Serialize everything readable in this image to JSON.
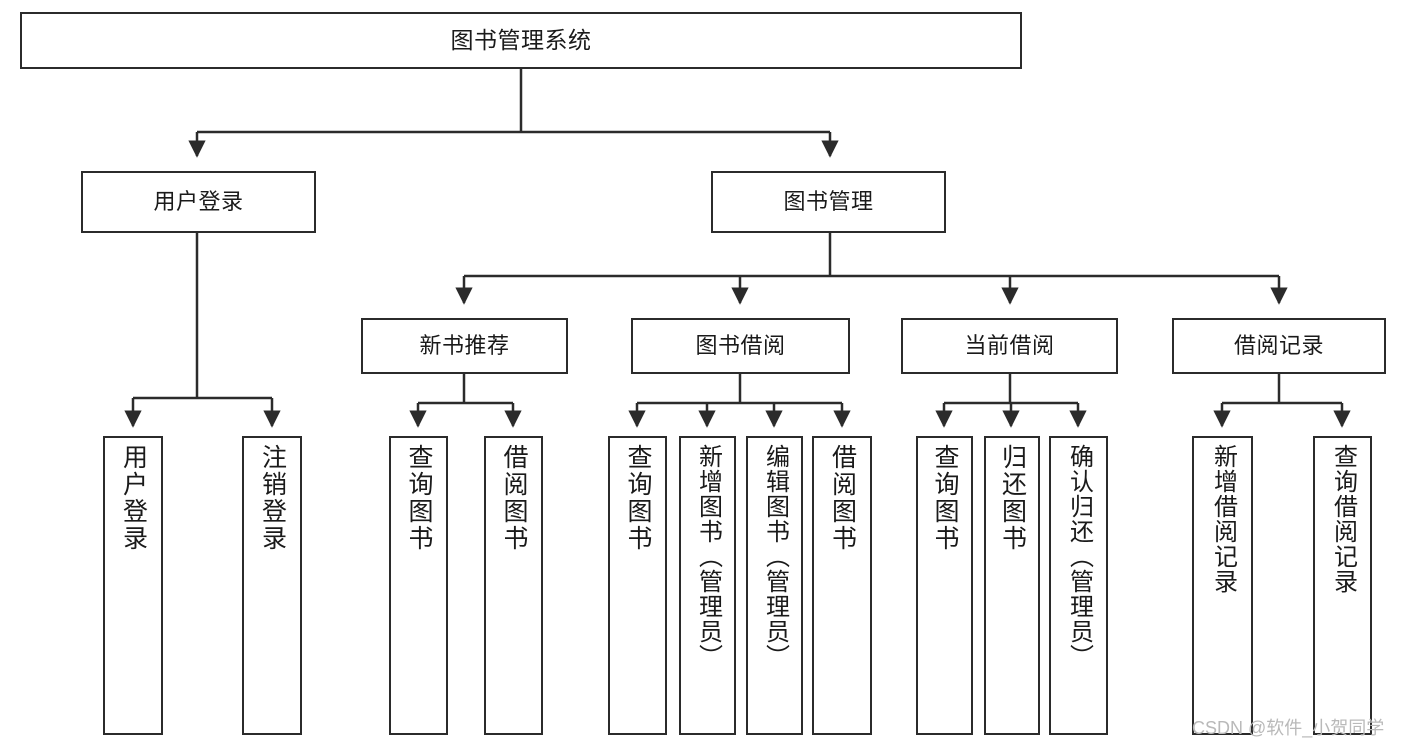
{
  "diagram": {
    "type": "tree-hierarchy-chart",
    "title": "图书管理系统",
    "orientation": "top-down",
    "colors": {
      "box_border": "#2b2b2b",
      "box_fill": "#ffffff",
      "edge": "#2b2b2b",
      "text": "#1a1a1a",
      "watermark": "#b9b9b9",
      "background": "#ffffff"
    }
  },
  "nodes": {
    "root": {
      "label": "图书管理系统"
    },
    "level1": [
      {
        "label": "用户登录"
      },
      {
        "label": "图书管理"
      }
    ],
    "level2": [
      {
        "label": "新书推荐"
      },
      {
        "label": "图书借阅"
      },
      {
        "label": "当前借阅"
      },
      {
        "label": "借阅记录"
      }
    ],
    "leaves": {
      "user_login": [
        {
          "label": "用户登录"
        },
        {
          "label": "注销登录"
        }
      ],
      "new_book_recommend": [
        {
          "label": "查询图书"
        },
        {
          "label": "借阅图书"
        }
      ],
      "book_borrow": [
        {
          "label": "查询图书"
        },
        {
          "label": "新增图书（管理员）"
        },
        {
          "label": "编辑图书（管理员）"
        },
        {
          "label": "借阅图书"
        }
      ],
      "current_borrow": [
        {
          "label": "查询图书"
        },
        {
          "label": "归还图书"
        },
        {
          "label": "确认归还（管理员）"
        }
      ],
      "borrow_record": [
        {
          "label": "新增借阅记录"
        },
        {
          "label": "查询借阅记录"
        }
      ]
    }
  },
  "watermark": {
    "text": "CSDN @软件_小贺同学"
  }
}
